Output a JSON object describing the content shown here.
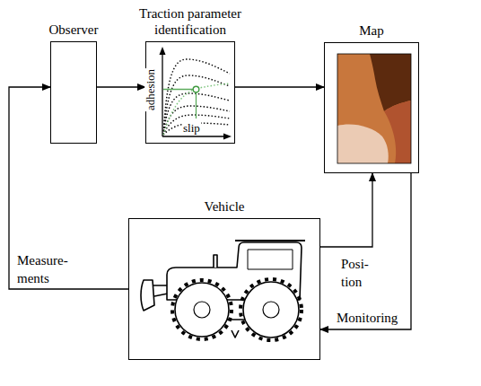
{
  "diagram": {
    "nodes": [
      {
        "text": [
          "Observer"
        ]
      },
      {
        "text": [
          "Traction parameter identification"
        ]
      },
      {
        "text": [
          "Map"
        ]
      },
      {
        "text": [
          "Vehicle"
        ]
      }
    ],
    "edges": [
      {
        "from": 0,
        "to": 1,
        "arrow": "to"
      },
      {
        "from": 1,
        "to": 2,
        "arrow": "to"
      },
      {
        "from": 3,
        "to": 0,
        "label": "Measure- ments",
        "arrow": "to"
      },
      {
        "from": 3,
        "to": 2,
        "label": "Posi- tion",
        "arrow": "to"
      },
      {
        "from": 2,
        "to": 3,
        "label": "Monitoring",
        "arrow": "to"
      }
    ],
    "labels": [
      "adhesion",
      "slip"
    ]
  }
}
